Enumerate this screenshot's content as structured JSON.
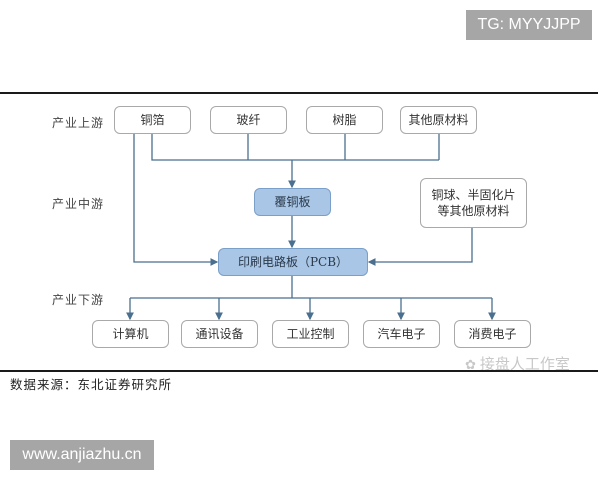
{
  "badges": {
    "top_right": "TG: MYYJJPP",
    "bottom_left": "www.anjiazhu.cn"
  },
  "diagram": {
    "row_labels": {
      "upstream": "产业上游",
      "midstream": "产业中游",
      "downstream": "产业下游"
    },
    "upstream": [
      {
        "label": "铜箔"
      },
      {
        "label": "玻纤"
      },
      {
        "label": "树脂"
      },
      {
        "label": "其他原材料"
      }
    ],
    "midstream": {
      "ccl": "覆铜板",
      "other_materials_line1": "铜球、半固化片",
      "other_materials_line2": "等其他原材料",
      "pcb": "印刷电路板（PCB）"
    },
    "downstream": [
      {
        "label": "计算机"
      },
      {
        "label": "通讯设备"
      },
      {
        "label": "工业控制"
      },
      {
        "label": "汽车电子"
      },
      {
        "label": "消费电子"
      }
    ],
    "colors": {
      "line": "#4a6f8f",
      "blue_box": "#a9c6e6",
      "rule": "#1a1a1a"
    }
  },
  "source": "数据来源：东北证券研究所",
  "watermark": "接盘人工作室"
}
